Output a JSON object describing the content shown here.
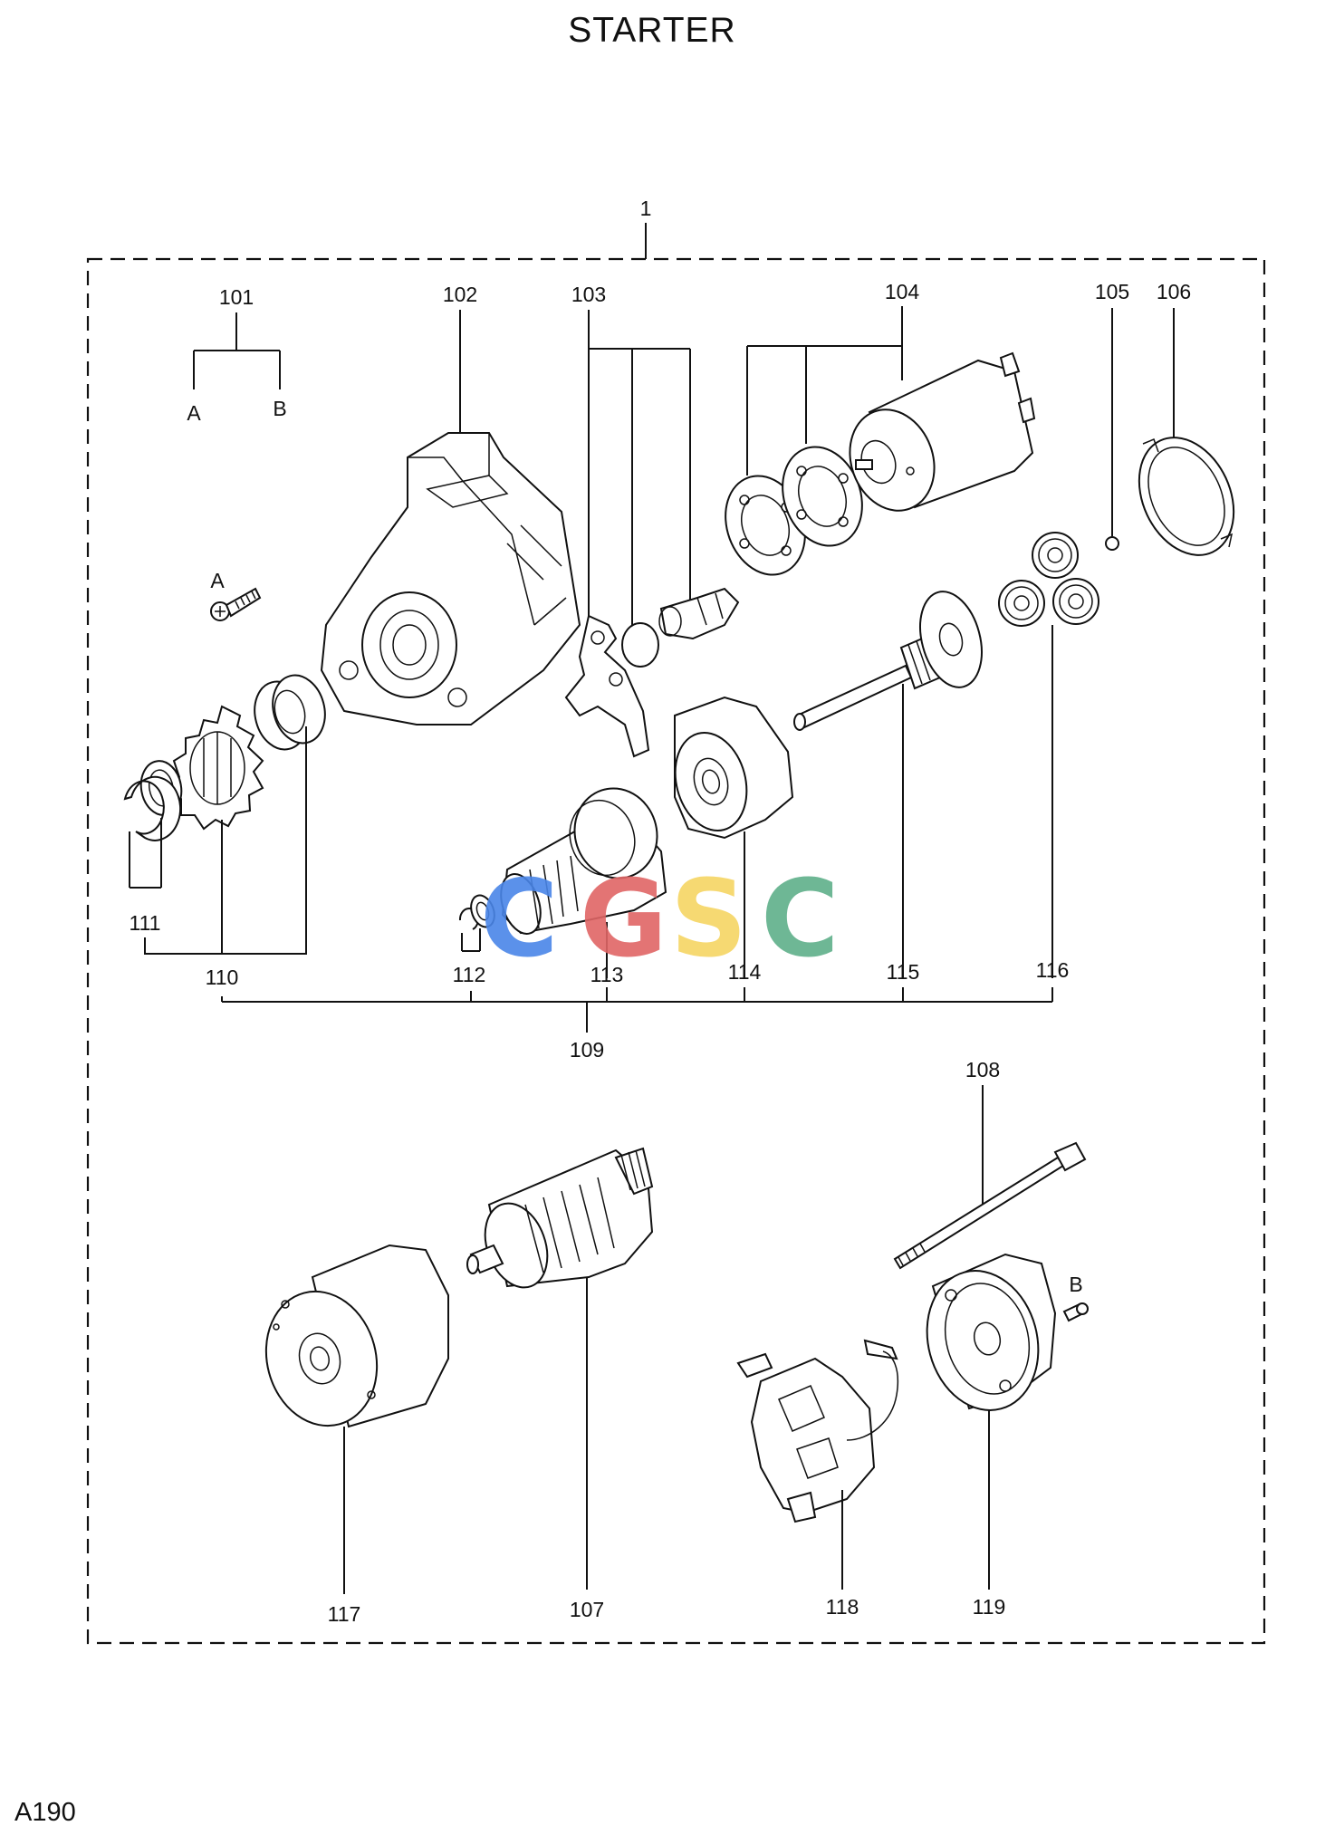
{
  "title": "STARTER",
  "page_id": "A190",
  "watermark": {
    "letters": [
      "C",
      "G",
      "S",
      "C"
    ],
    "colors": [
      "#4a86e8",
      "#e06666",
      "#f6d563",
      "#5fb08a"
    ]
  },
  "assembly_ref": "1",
  "callouts": {
    "p101": "101",
    "p101a": "A",
    "p101b": "B",
    "p102": "102",
    "p103": "103",
    "p104": "104",
    "p105": "105",
    "p106": "106",
    "p107": "107",
    "p108": "108",
    "p109": "109",
    "p110": "110",
    "p111": "111",
    "p112": "112",
    "p113": "113",
    "p114": "114",
    "p115": "115",
    "p116": "116",
    "p117": "117",
    "p118": "118",
    "p119": "119",
    "screwA": "A",
    "screwB": "B"
  }
}
